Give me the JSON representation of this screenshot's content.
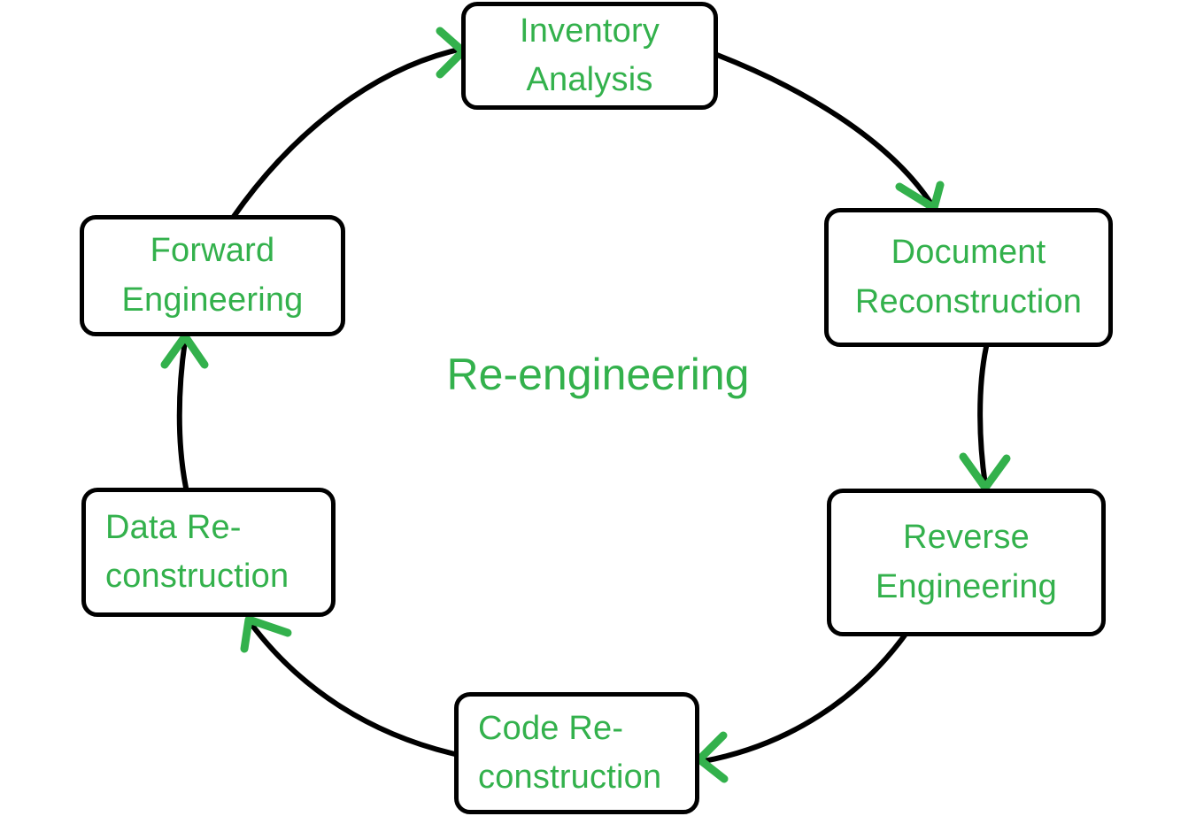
{
  "diagram": {
    "title": "Re-engineering",
    "type": "cycle",
    "accent_color": "#33b14c",
    "line_color": "#000000",
    "background_color": "#ffffff",
    "nodes": [
      {
        "id": "inventory-analysis",
        "label": "Inventory Analysis",
        "lines": [
          "Inventory",
          "Analysis"
        ],
        "align": "center"
      },
      {
        "id": "document-reconstruction",
        "label": "Document Reconstruction",
        "lines": [
          "Document",
          "Reconstruction"
        ],
        "align": "center"
      },
      {
        "id": "reverse-engineering",
        "label": "Reverse Engineering",
        "lines": [
          "Reverse",
          "Engineering"
        ],
        "align": "center"
      },
      {
        "id": "code-reconstruction",
        "label": "Code Re-construction",
        "lines": [
          "Code Re-",
          "construction"
        ],
        "align": "left"
      },
      {
        "id": "data-reconstruction",
        "label": "Data Re-construction",
        "lines": [
          "Data Re-",
          "construction"
        ],
        "align": "left"
      },
      {
        "id": "forward-engineering",
        "label": "Forward Engineering",
        "lines": [
          "Forward",
          "Engineering"
        ],
        "align": "center"
      }
    ],
    "edges": [
      {
        "id": "edge-inventory-to-document",
        "from": "inventory-analysis",
        "to": "document-reconstruction"
      },
      {
        "id": "edge-document-to-reverse",
        "from": "document-reconstruction",
        "to": "reverse-engineering"
      },
      {
        "id": "edge-reverse-to-code",
        "from": "reverse-engineering",
        "to": "code-reconstruction"
      },
      {
        "id": "edge-code-to-data",
        "from": "code-reconstruction",
        "to": "data-reconstruction"
      },
      {
        "id": "edge-data-to-forward",
        "from": "data-reconstruction",
        "to": "forward-engineering"
      },
      {
        "id": "edge-forward-to-inventory",
        "from": "forward-engineering",
        "to": "inventory-analysis"
      }
    ]
  }
}
